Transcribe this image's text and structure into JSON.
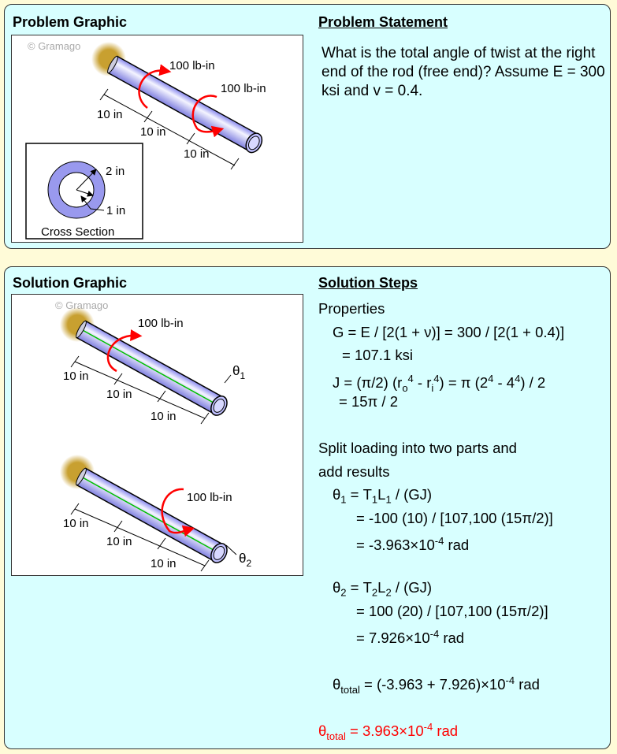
{
  "problem": {
    "graphic_title": "Problem Graphic",
    "statement_title": "Problem Statement",
    "statement": "What is the total angle of twist at the right end of the rod (free end)? Assume E = 300 ksi and v = 0.4.",
    "watermark": "© Gramago",
    "torque1": "100 lb-in",
    "torque2": "100 lb-in",
    "dim1": "10 in",
    "dim2": "10 in",
    "dim3": "10 in",
    "cross_section": {
      "outer": "2 in",
      "inner": "1 in",
      "label": "Cross Section"
    }
  },
  "solution": {
    "graphic_title": "Solution Graphic",
    "steps_title": "Solution Steps",
    "watermark": "© Gramago",
    "fig1": {
      "torque": "100 lb-in",
      "dim1": "10 in",
      "dim2": "10 in",
      "dim3": "10 in",
      "theta": "θ",
      "theta_sub": "1"
    },
    "fig2": {
      "torque": "100 lb-in",
      "dim1": "10 in",
      "dim2": "10 in",
      "dim3": "10 in",
      "theta": "θ",
      "theta_sub": "2"
    },
    "lines": [
      {
        "indent": 0,
        "segs": [
          [
            "Properties",
            "n"
          ]
        ]
      },
      {
        "indent": 18,
        "segs": [
          [
            "G = E / [2(1 + ν)] = 300 / [2(1 + 0.4)]",
            "n"
          ]
        ]
      },
      {
        "indent": 30,
        "segs": [
          [
            "= 107.1 ksi",
            "n"
          ]
        ]
      },
      {
        "indent": 18,
        "segs": [
          [
            "J = (π/2) (r",
            "n"
          ],
          [
            "o",
            "sub"
          ],
          [
            "4",
            "sup"
          ],
          [
            " - r",
            "n"
          ],
          [
            "i",
            "sub"
          ],
          [
            "4",
            "sup"
          ],
          [
            ") = π (2",
            "n"
          ],
          [
            "4",
            "sup"
          ],
          [
            " - 4",
            "n"
          ],
          [
            "4",
            "sup"
          ],
          [
            ") / 2",
            "n"
          ]
        ]
      },
      {
        "indent": 26,
        "segs": [
          [
            "= 15π / 2",
            "n"
          ]
        ]
      },
      {
        "indent": 0,
        "segs": [
          [
            "",
            "n"
          ]
        ]
      },
      {
        "indent": 0,
        "segs": [
          [
            "Split loading into two parts and",
            "n"
          ]
        ]
      },
      {
        "indent": 0,
        "segs": [
          [
            "add results",
            "n"
          ]
        ]
      },
      {
        "indent": 18,
        "segs": [
          [
            "θ",
            "n"
          ],
          [
            "1",
            "sub"
          ],
          [
            " = T",
            "n"
          ],
          [
            "1",
            "sub"
          ],
          [
            "L",
            "n"
          ],
          [
            "1",
            "sub"
          ],
          [
            " / (GJ)",
            "n"
          ]
        ]
      },
      {
        "indent": 48,
        "segs": [
          [
            "= -100 (10) / [107,100 (15π/2)]",
            "n"
          ]
        ]
      },
      {
        "indent": 48,
        "segs": [
          [
            "= -3.963×10",
            "n"
          ],
          [
            "-4",
            "sup"
          ],
          [
            " rad",
            "n"
          ]
        ]
      },
      {
        "indent": 0,
        "segs": [
          [
            "",
            "n"
          ]
        ]
      },
      {
        "indent": 18,
        "segs": [
          [
            "θ",
            "n"
          ],
          [
            "2",
            "sub"
          ],
          [
            " = T",
            "n"
          ],
          [
            "2",
            "sub"
          ],
          [
            "L",
            "n"
          ],
          [
            "2",
            "sub"
          ],
          [
            " / (GJ)",
            "n"
          ]
        ]
      },
      {
        "indent": 48,
        "segs": [
          [
            "= 100 (20) / [107,100 (15π/2)]",
            "n"
          ]
        ]
      },
      {
        "indent": 48,
        "segs": [
          [
            "= 7.926×10",
            "n"
          ],
          [
            "-4",
            "sup"
          ],
          [
            " rad",
            "n"
          ]
        ]
      },
      {
        "indent": 0,
        "segs": [
          [
            "",
            "n"
          ]
        ]
      },
      {
        "indent": 18,
        "segs": [
          [
            "θ",
            "n"
          ],
          [
            "total",
            "sub"
          ],
          [
            " = (-3.963 + 7.926)×10",
            "n"
          ],
          [
            "-4",
            "sup"
          ],
          [
            " rad",
            "n"
          ]
        ]
      },
      {
        "indent": 0,
        "segs": [
          [
            "",
            "n"
          ]
        ]
      },
      {
        "indent": 0,
        "red": true,
        "segs": [
          [
            "θ",
            "n"
          ],
          [
            "total",
            "sub"
          ],
          [
            " = 3.963×10",
            "n"
          ],
          [
            "-4",
            "sup"
          ],
          [
            " rad",
            "n"
          ]
        ]
      }
    ]
  },
  "colors": {
    "panel": "#d8ffff",
    "page": "#fffbd8",
    "rod": "#b0b0ff",
    "torque": "#ff0000",
    "shaft_line": "#00c000",
    "answer": "#ff0000"
  }
}
